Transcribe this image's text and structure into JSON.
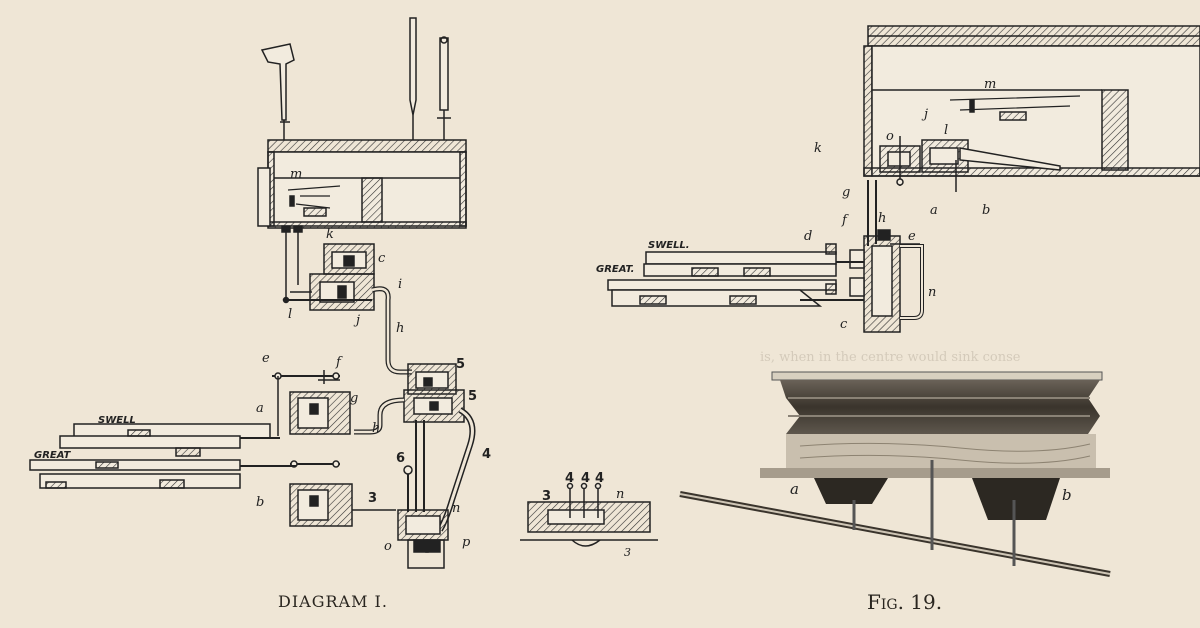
{
  "captions": {
    "left": "DIAGRAM I.",
    "right": "Fig. 19."
  },
  "bleed_text": "is, when in the centre would sink conse",
  "diagram1": {
    "manual_labels": [
      "SWELL",
      "GREAT"
    ],
    "letters": [
      "m",
      "k",
      "c",
      "i",
      "j",
      "l",
      "h",
      "e",
      "f",
      "a",
      "g",
      "h",
      "5",
      "5",
      "4",
      "6",
      "b",
      "3",
      "n",
      "o",
      "p"
    ],
    "inset": [
      "3",
      "4",
      "4",
      "4",
      "n",
      "3"
    ]
  },
  "fig19": {
    "manual_labels": [
      "SWELL.",
      "GREAT."
    ],
    "letters": [
      "m",
      "j",
      "l",
      "o",
      "k",
      "a",
      "b",
      "g",
      "h",
      "f",
      "e",
      "d",
      "c",
      "n"
    ],
    "photo_labels": [
      "a",
      "b"
    ]
  },
  "colors": {
    "paper": "#efe6d6",
    "ink": "#222222"
  }
}
